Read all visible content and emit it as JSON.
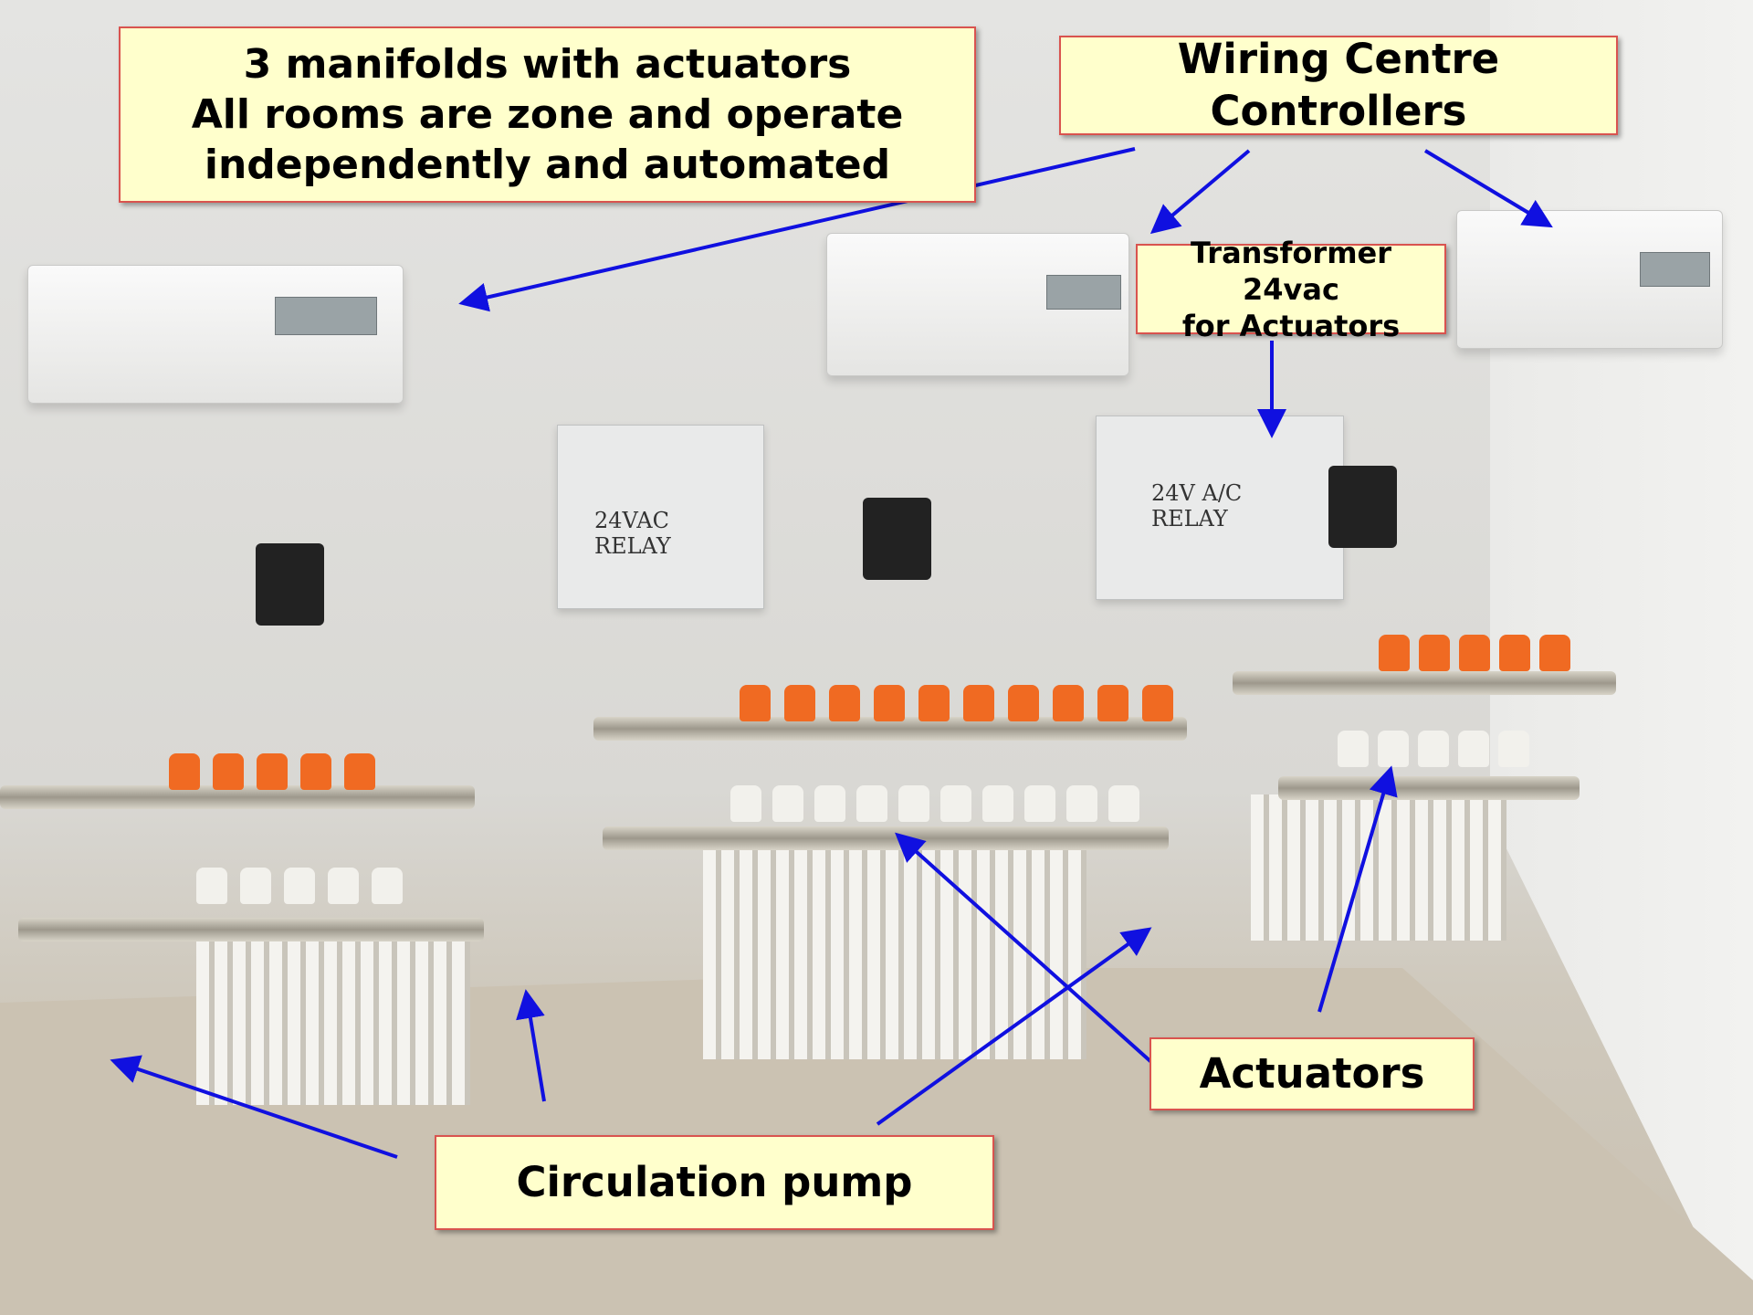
{
  "callouts": {
    "manifolds": {
      "line1": "3 manifolds with actuators",
      "line2": "All rooms are zone and operate",
      "line3": "independently and automated"
    },
    "wiring": {
      "text": "Wiring Centre Controllers"
    },
    "transformer": {
      "line1": "Transformer 24vac",
      "line2": "for Actuators"
    },
    "actuators": {
      "text": "Actuators"
    },
    "pump": {
      "text": "Circulation pump"
    }
  },
  "scene": {
    "relay_left_text": "24VAC RELAY",
    "relay_right_text": "24V A/C RELAY"
  },
  "colors": {
    "callout_fill": "#ffffcc",
    "callout_border": "#d9534f",
    "arrow": "#1010e0"
  }
}
